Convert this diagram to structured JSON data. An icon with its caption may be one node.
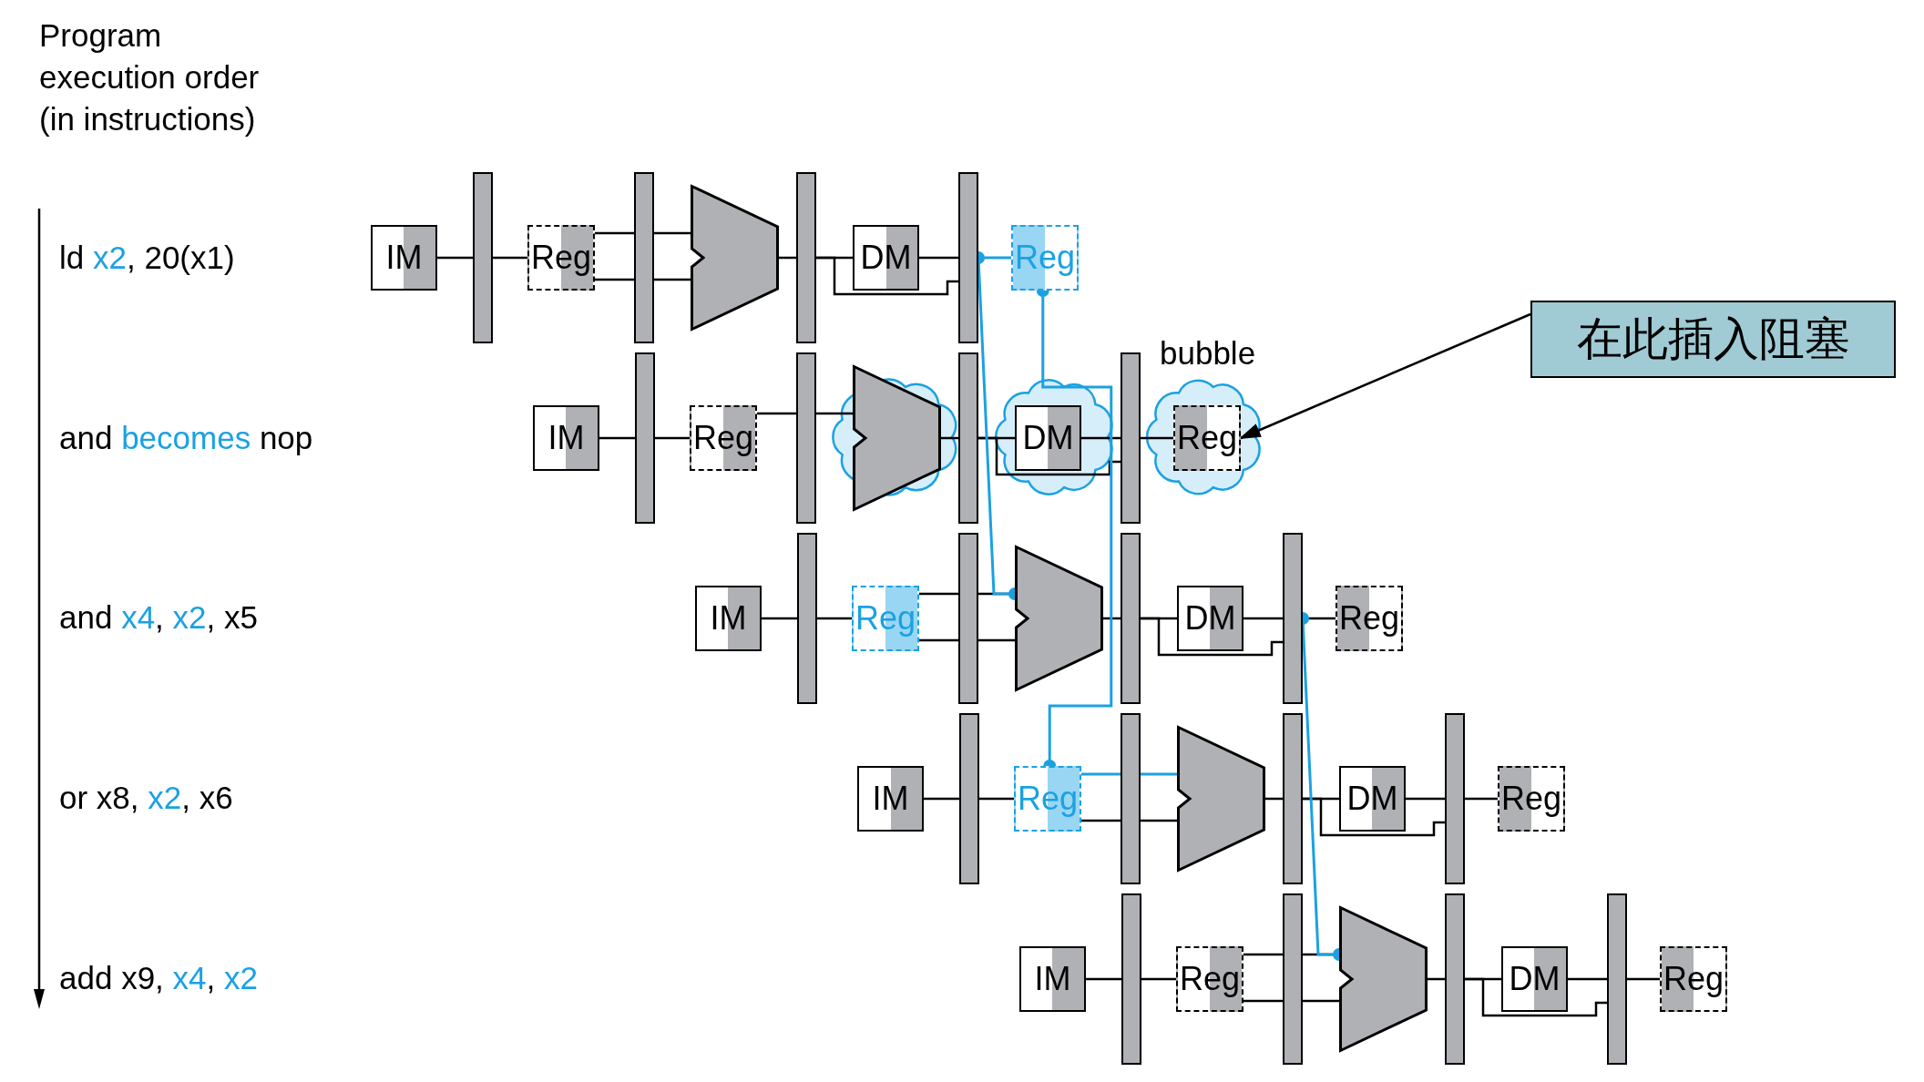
{
  "diagram": {
    "nodes": [
      {
        "text": [
          "IM"
        ]
      },
      {
        "text": [],
        "shape": "bar"
      },
      {
        "text": [
          "Reg"
        ]
      },
      {
        "text": [],
        "shape": "bar"
      },
      {
        "text": [],
        "shape": "trapezoid"
      },
      {
        "text": [],
        "shape": "bar"
      },
      {
        "text": [
          "DM"
        ]
      },
      {
        "text": [],
        "shape": "bar"
      },
      {
        "text": [
          "Reg"
        ]
      },
      {
        "text": [
          "IM"
        ]
      },
      {
        "text": [],
        "shape": "bar"
      },
      {
        "text": [
          "Reg"
        ]
      },
      {
        "text": [],
        "shape": "bar"
      },
      {
        "text": [],
        "shape": "trapezoid"
      },
      {
        "text": [],
        "shape": "bar"
      },
      {
        "text": [
          "DM"
        ]
      },
      {
        "text": [],
        "shape": "bar"
      },
      {
        "text": [
          "Reg"
        ]
      },
      {
        "text": [
          "IM"
        ]
      },
      {
        "text": [],
        "shape": "bar"
      },
      {
        "text": [
          "Reg"
        ]
      },
      {
        "text": [],
        "shape": "bar"
      },
      {
        "text": [],
        "shape": "trapezoid"
      },
      {
        "text": [],
        "shape": "bar"
      },
      {
        "text": [
          "DM"
        ]
      },
      {
        "text": [],
        "shape": "bar"
      },
      {
        "text": [
          "Reg"
        ]
      },
      {
        "text": [
          "IM"
        ]
      },
      {
        "text": [],
        "shape": "bar"
      },
      {
        "text": [
          "Reg"
        ]
      },
      {
        "text": [],
        "shape": "bar"
      },
      {
        "text": [],
        "shape": "trapezoid"
      },
      {
        "text": [],
        "shape": "bar"
      },
      {
        "text": [
          "DM"
        ]
      },
      {
        "text": [],
        "shape": "bar"
      },
      {
        "text": [
          "Reg"
        ]
      },
      {
        "text": [
          "IM"
        ]
      },
      {
        "text": [],
        "shape": "bar"
      },
      {
        "text": [
          "Reg"
        ]
      },
      {
        "text": [],
        "shape": "bar"
      },
      {
        "text": [],
        "shape": "trapezoid"
      },
      {
        "text": [],
        "shape": "bar"
      },
      {
        "text": [
          "DM"
        ]
      },
      {
        "text": [],
        "shape": "bar"
      },
      {
        "text": [
          "Reg"
        ]
      },
      {
        "text": [
          "在此插入阻塞"
        ]
      }
    ],
    "edges": [
      {
        "from": 0,
        "to": 1,
        "arrow": "none"
      },
      {
        "from": 1,
        "to": 2,
        "arrow": "none"
      },
      {
        "from": 2,
        "to": 3,
        "arrow": "none"
      },
      {
        "from": 2,
        "to": 3,
        "arrow": "none"
      },
      {
        "from": 3,
        "to": 4,
        "arrow": "none"
      },
      {
        "from": 3,
        "to": 4,
        "arrow": "none"
      },
      {
        "from": 4,
        "to": 5,
        "arrow": "none"
      },
      {
        "from": 5,
        "to": 6,
        "arrow": "none"
      },
      {
        "from": 6,
        "to": 7,
        "arrow": "none"
      },
      {
        "from": 5,
        "to": 7,
        "arrow": "none"
      },
      {
        "from": 7,
        "to": 8,
        "arrow": "none",
        "color": "#1ba1e2"
      },
      {
        "from": 9,
        "to": 10,
        "arrow": "none"
      },
      {
        "from": 10,
        "to": 11,
        "arrow": "none"
      },
      {
        "from": 11,
        "to": 12,
        "arrow": "none"
      },
      {
        "from": 12,
        "to": 13,
        "arrow": "none"
      },
      {
        "from": 13,
        "to": 14,
        "arrow": "none"
      },
      {
        "from": 14,
        "to": 15,
        "arrow": "none"
      },
      {
        "from": 15,
        "to": 16,
        "arrow": "none"
      },
      {
        "from": 14,
        "to": 16,
        "arrow": "none"
      },
      {
        "from": 16,
        "to": 17,
        "arrow": "none"
      },
      {
        "from": 18,
        "to": 19,
        "arrow": "none"
      },
      {
        "from": 19,
        "to": 20,
        "arrow": "none"
      },
      {
        "from": 20,
        "to": 21,
        "arrow": "none"
      },
      {
        "from": 20,
        "to": 21,
        "arrow": "none"
      },
      {
        "from": 21,
        "to": 22,
        "arrow": "none"
      },
      {
        "from": 21,
        "to": 22,
        "arrow": "none"
      },
      {
        "from": 22,
        "to": 23,
        "arrow": "none"
      },
      {
        "from": 23,
        "to": 24,
        "arrow": "none"
      },
      {
        "from": 24,
        "to": 25,
        "arrow": "none"
      },
      {
        "from": 23,
        "to": 25,
        "arrow": "none"
      },
      {
        "from": 25,
        "to": 26,
        "arrow": "none"
      },
      {
        "from": 27,
        "to": 28,
        "arrow": "none"
      },
      {
        "from": 28,
        "to": 29,
        "arrow": "none"
      },
      {
        "from": 29,
        "to": 30,
        "arrow": "none",
        "color": "#1ba1e2"
      },
      {
        "from": 29,
        "to": 30,
        "arrow": "none"
      },
      {
        "from": 30,
        "to": 31,
        "arrow": "none",
        "color": "#1ba1e2"
      },
      {
        "from": 30,
        "to": 31,
        "arrow": "none"
      },
      {
        "from": 31,
        "to": 32,
        "arrow": "none"
      },
      {
        "from": 32,
        "to": 33,
        "arrow": "none"
      },
      {
        "from": 33,
        "to": 34,
        "arrow": "none"
      },
      {
        "from": 32,
        "to": 34,
        "arrow": "none"
      },
      {
        "from": 34,
        "to": 35,
        "arrow": "none"
      },
      {
        "from": 36,
        "to": 37,
        "arrow": "none"
      },
      {
        "from": 37,
        "to": 38,
        "arrow": "none"
      },
      {
        "from": 38,
        "to": 39,
        "arrow": "none"
      },
      {
        "from": 38,
        "to": 39,
        "arrow": "none"
      },
      {
        "from": 39,
        "to": 40,
        "arrow": "none"
      },
      {
        "from": 39,
        "to": 40,
        "arrow": "none"
      },
      {
        "from": 40,
        "to": 41,
        "arrow": "none"
      },
      {
        "from": 41,
        "to": 42,
        "arrow": "none"
      },
      {
        "from": 42,
        "to": 43,
        "arrow": "none"
      },
      {
        "from": 41,
        "to": 43,
        "arrow": "none"
      },
      {
        "from": 43,
        "to": 44,
        "arrow": "none"
      },
      {
        "from": 7,
        "to": 22,
        "arrow": "other",
        "color": "#1ba1e2"
      },
      {
        "from": 8,
        "to": 29,
        "arrow": "other",
        "color": "#1ba1e2"
      },
      {
        "from": 25,
        "to": 40,
        "arrow": "other",
        "color": "#1ba1e2"
      },
      {
        "from": 45,
        "to": 17,
        "arrow": "to"
      }
    ],
    "labels": [
      "Program execution order (in instructions)",
      "ld x2, 20(x1)",
      "bubble",
      "and becomes nop",
      "and x4, x2, x5",
      "or x8, x2, x6",
      "add x9, x4, x2"
    ]
  }
}
